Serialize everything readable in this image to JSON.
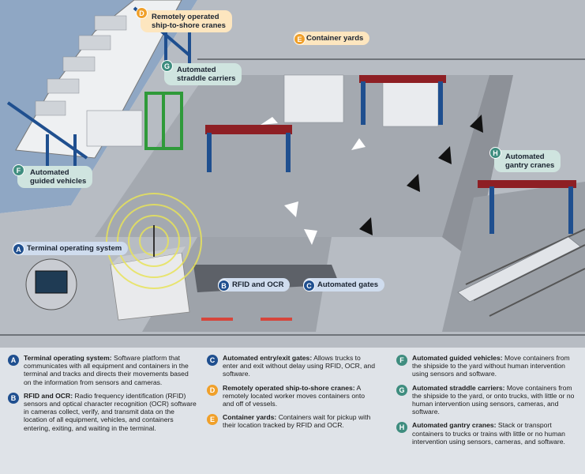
{
  "callouts": {
    "a": {
      "letter": "A",
      "label": "Terminal operating system"
    },
    "b": {
      "letter": "B",
      "label": "RFID and OCR"
    },
    "c": {
      "letter": "C",
      "label": "Automated gates"
    },
    "d": {
      "letter": "D",
      "label1": "Remotely operated",
      "label2": "ship-to-shore cranes"
    },
    "e": {
      "letter": "E",
      "label": "Container yards"
    },
    "f": {
      "letter": "F",
      "label1": "Automated",
      "label2": "guided vehicles"
    },
    "g": {
      "letter": "G",
      "label1": "Automated",
      "label2": "straddle carriers"
    },
    "h": {
      "letter": "H",
      "label1": "Automated",
      "label2": "gantry cranes"
    }
  },
  "legend": {
    "a": {
      "letter": "A",
      "title": "Terminal operating system:",
      "text": "Software platform that communicates with all equipment and containers in the terminal and tracks and directs their movements based on the information from sensors and cameras."
    },
    "b": {
      "letter": "B",
      "title": "RFID and OCR:",
      "text": "Radio frequency identification (RFID) sensors and optical character recognition (OCR) software in cameras collect, verify, and transmit data on the location of all equipment, vehicles, and containers entering, exiting, and waiting in the terminal."
    },
    "c": {
      "letter": "C",
      "title": "Automated entry/exit gates:",
      "text": "Allows trucks to enter and exit without delay using RFID, OCR, and software."
    },
    "d": {
      "letter": "D",
      "title": "Remotely operated ship-to-shore cranes:",
      "text": "A remotely located worker moves containers onto and off of vessels."
    },
    "e": {
      "letter": "E",
      "title": "Container yards:",
      "text": "Containers wait for pickup with their location tracked by RFID and OCR."
    },
    "f": {
      "letter": "F",
      "title": "Automated guided vehicles:",
      "text": "Move containers from the shipside to the yard without human intervention using sensors and software."
    },
    "g": {
      "letter": "G",
      "title": "Automated straddle carriers:",
      "text": "Move containers from the shipside to the yard, or onto trucks, with little or no human intervention using sensors, cameras, and software."
    },
    "h": {
      "letter": "H",
      "title": "Automated gantry cranes:",
      "text": "Stack or transport containers to trucks or trains with little or no human intervention using sensors, cameras, and software."
    }
  },
  "colors": {
    "blue": "#1f4f8f",
    "orange": "#f0a02a",
    "teal": "#3f8d7f",
    "water": "#8fa7c4",
    "ground": "#b7bcc3",
    "road": "#8d9198",
    "fence": "#6f747a"
  }
}
